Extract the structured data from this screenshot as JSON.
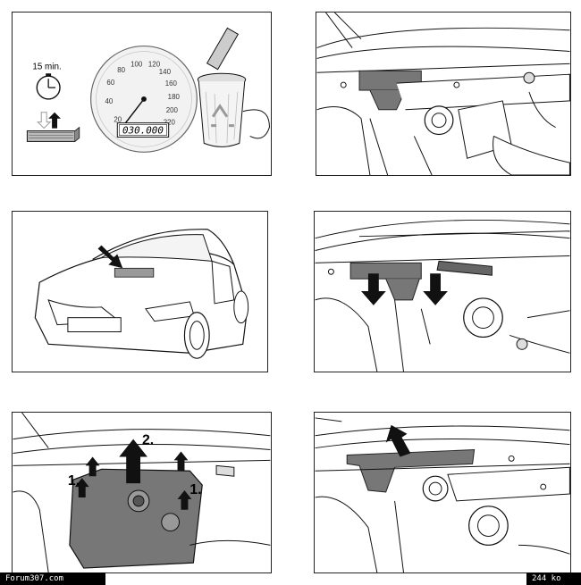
{
  "panel1": {
    "interval_label": "15 min.",
    "odometer": "030.000",
    "speed_ticks": [
      "20",
      "40",
      "60",
      "80",
      "100",
      "120",
      "140",
      "160",
      "180",
      "200",
      "220"
    ]
  },
  "panel5": {
    "step1_left": "1.",
    "step2": "2.",
    "step1_right": "1."
  },
  "footer": {
    "site": "Forum307.com",
    "size": "244 ko"
  }
}
